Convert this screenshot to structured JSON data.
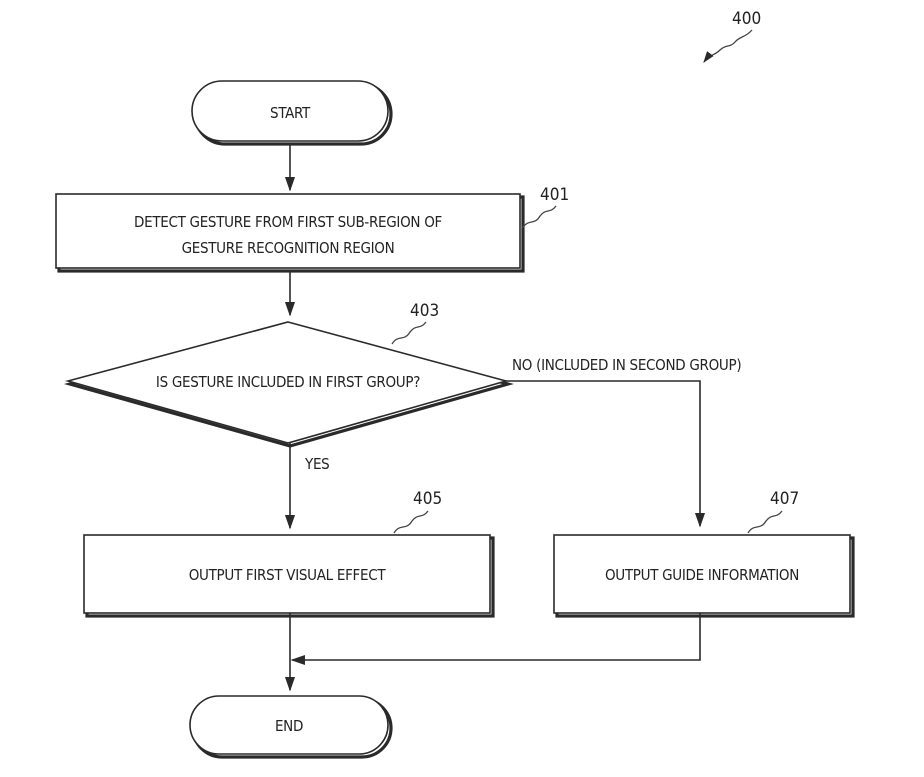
{
  "figure": {
    "number": "400"
  },
  "nodes": {
    "start": {
      "label": "START"
    },
    "step401": {
      "ref": "401",
      "line1": "DETECT GESTURE FROM FIRST SUB-REGION OF",
      "line2": "GESTURE RECOGNITION REGION"
    },
    "decision403": {
      "ref": "403",
      "label": "IS GESTURE INCLUDED IN FIRST GROUP?"
    },
    "step405": {
      "ref": "405",
      "label": "OUTPUT FIRST VISUAL EFFECT"
    },
    "step407": {
      "ref": "407",
      "label": "OUTPUT GUIDE INFORMATION"
    },
    "end": {
      "label": "END"
    }
  },
  "edges": {
    "yes": "YES",
    "no": "NO (INCLUDED IN SECOND GROUP)"
  },
  "colors": {
    "stroke": "#2a2a2a",
    "background": "#ffffff"
  }
}
